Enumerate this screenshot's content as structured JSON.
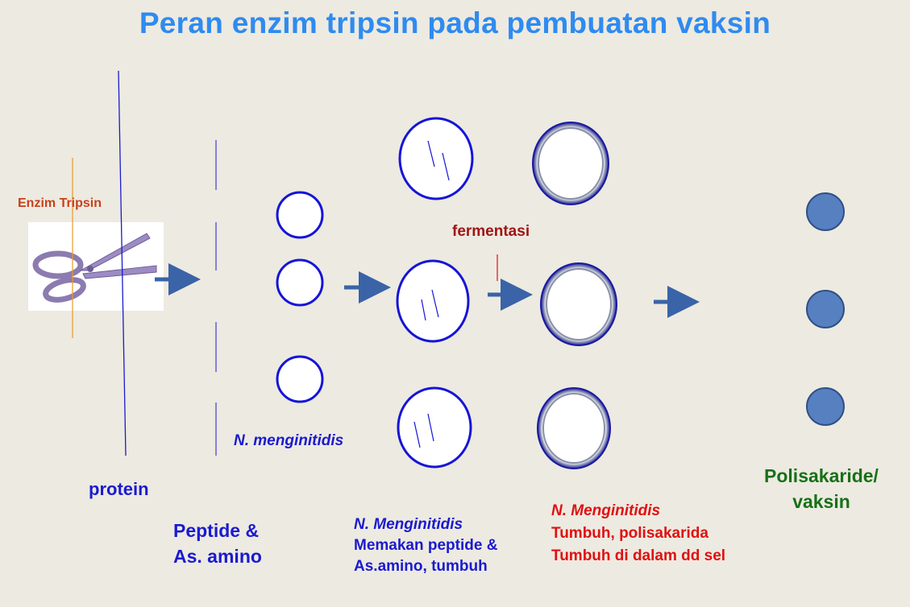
{
  "title": "Peran enzim tripsin pada pembuatan vaksin",
  "labels": {
    "enzim": "Enzim Tripsin",
    "fermentasi": "fermentasi",
    "n_menginitidis": "N. menginitidis",
    "protein": "protein",
    "peptide": [
      "Peptide &",
      "As. amino"
    ],
    "stage_eat": {
      "organism": "N. Menginitidis",
      "lines": [
        "Memakan peptide &",
        "As.amino, tumbuh"
      ]
    },
    "stage_grow": {
      "organism": "N. Menginitidis",
      "lines": [
        "Tumbuh, polisakarida",
        "Tumbuh di dalam dd sel"
      ]
    },
    "product": [
      "Polisakaride/",
      "vaksin"
    ]
  },
  "icons": [
    "scissors-icon",
    "arrow-right-icon"
  ],
  "colors": {
    "background": "#edeae1",
    "title": "#2e8bf0",
    "blue_text": "#1a1ad0",
    "red_text": "#e01010",
    "dark_red": "#a01515",
    "green_text": "#187018",
    "enzyme_text": "#c8401a",
    "arrow": "#3a63a8",
    "product_fill": "#5680c0"
  }
}
